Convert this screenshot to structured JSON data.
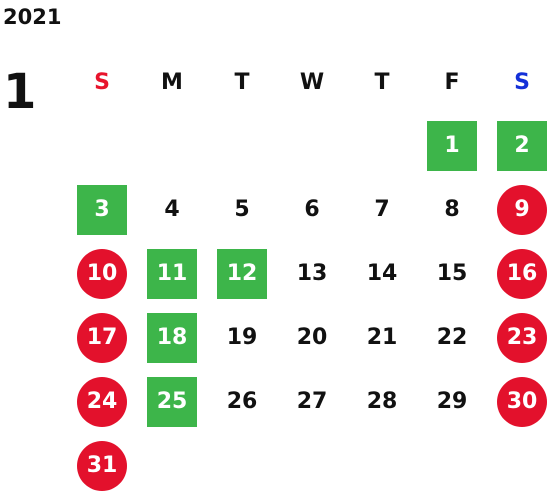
{
  "calendar": {
    "year": "2021",
    "month": "1",
    "weekdays": [
      "S",
      "M",
      "T",
      "W",
      "T",
      "F",
      "S"
    ],
    "colors": {
      "sunday_header": "#e8142c",
      "saturday_header": "#1430d8",
      "holiday_fill": "#3db54a",
      "weekend_fill": "#e3112c"
    },
    "weeks": [
      [
        {
          "day": "",
          "type": "empty"
        },
        {
          "day": "",
          "type": "empty"
        },
        {
          "day": "",
          "type": "empty"
        },
        {
          "day": "",
          "type": "empty"
        },
        {
          "day": "",
          "type": "empty"
        },
        {
          "day": "1",
          "type": "holiday"
        },
        {
          "day": "2",
          "type": "holiday"
        }
      ],
      [
        {
          "day": "3",
          "type": "holiday"
        },
        {
          "day": "4",
          "type": "normal"
        },
        {
          "day": "5",
          "type": "normal"
        },
        {
          "day": "6",
          "type": "normal"
        },
        {
          "day": "7",
          "type": "normal"
        },
        {
          "day": "8",
          "type": "normal"
        },
        {
          "day": "9",
          "type": "weekend"
        }
      ],
      [
        {
          "day": "10",
          "type": "weekend"
        },
        {
          "day": "11",
          "type": "holiday"
        },
        {
          "day": "12",
          "type": "holiday"
        },
        {
          "day": "13",
          "type": "normal"
        },
        {
          "day": "14",
          "type": "normal"
        },
        {
          "day": "15",
          "type": "normal"
        },
        {
          "day": "16",
          "type": "weekend"
        }
      ],
      [
        {
          "day": "17",
          "type": "weekend"
        },
        {
          "day": "18",
          "type": "holiday"
        },
        {
          "day": "19",
          "type": "normal"
        },
        {
          "day": "20",
          "type": "normal"
        },
        {
          "day": "21",
          "type": "normal"
        },
        {
          "day": "22",
          "type": "normal"
        },
        {
          "day": "23",
          "type": "weekend"
        }
      ],
      [
        {
          "day": "24",
          "type": "weekend"
        },
        {
          "day": "25",
          "type": "holiday"
        },
        {
          "day": "26",
          "type": "normal"
        },
        {
          "day": "27",
          "type": "normal"
        },
        {
          "day": "28",
          "type": "normal"
        },
        {
          "day": "29",
          "type": "normal"
        },
        {
          "day": "30",
          "type": "weekend"
        }
      ],
      [
        {
          "day": "31",
          "type": "weekend"
        },
        {
          "day": "",
          "type": "empty"
        },
        {
          "day": "",
          "type": "empty"
        },
        {
          "day": "",
          "type": "empty"
        },
        {
          "day": "",
          "type": "empty"
        },
        {
          "day": "",
          "type": "empty"
        },
        {
          "day": "",
          "type": "empty"
        }
      ]
    ]
  }
}
